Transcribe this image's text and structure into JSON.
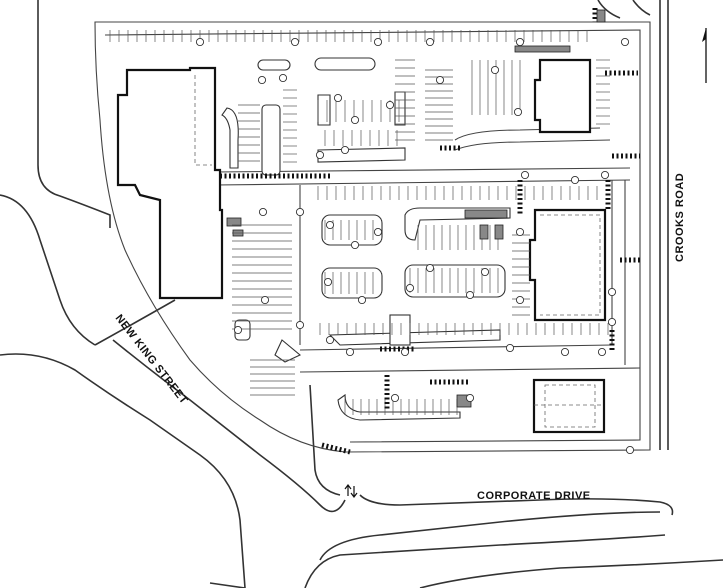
{
  "streets": {
    "new_king": "NEW KING STREET",
    "crooks": "CROOKS ROAD",
    "corporate": "CORPORATE DRIVE"
  },
  "symbols": {
    "north_arrow": "north-arrow-icon",
    "traffic_arrows": "two-way-arrows-icon",
    "parking_light": "light-pole-icon",
    "crosswalk": "crosswalk-hatching"
  },
  "colors": {
    "linework": "#333333",
    "building_outline": "#111111",
    "background": "#ffffff"
  }
}
